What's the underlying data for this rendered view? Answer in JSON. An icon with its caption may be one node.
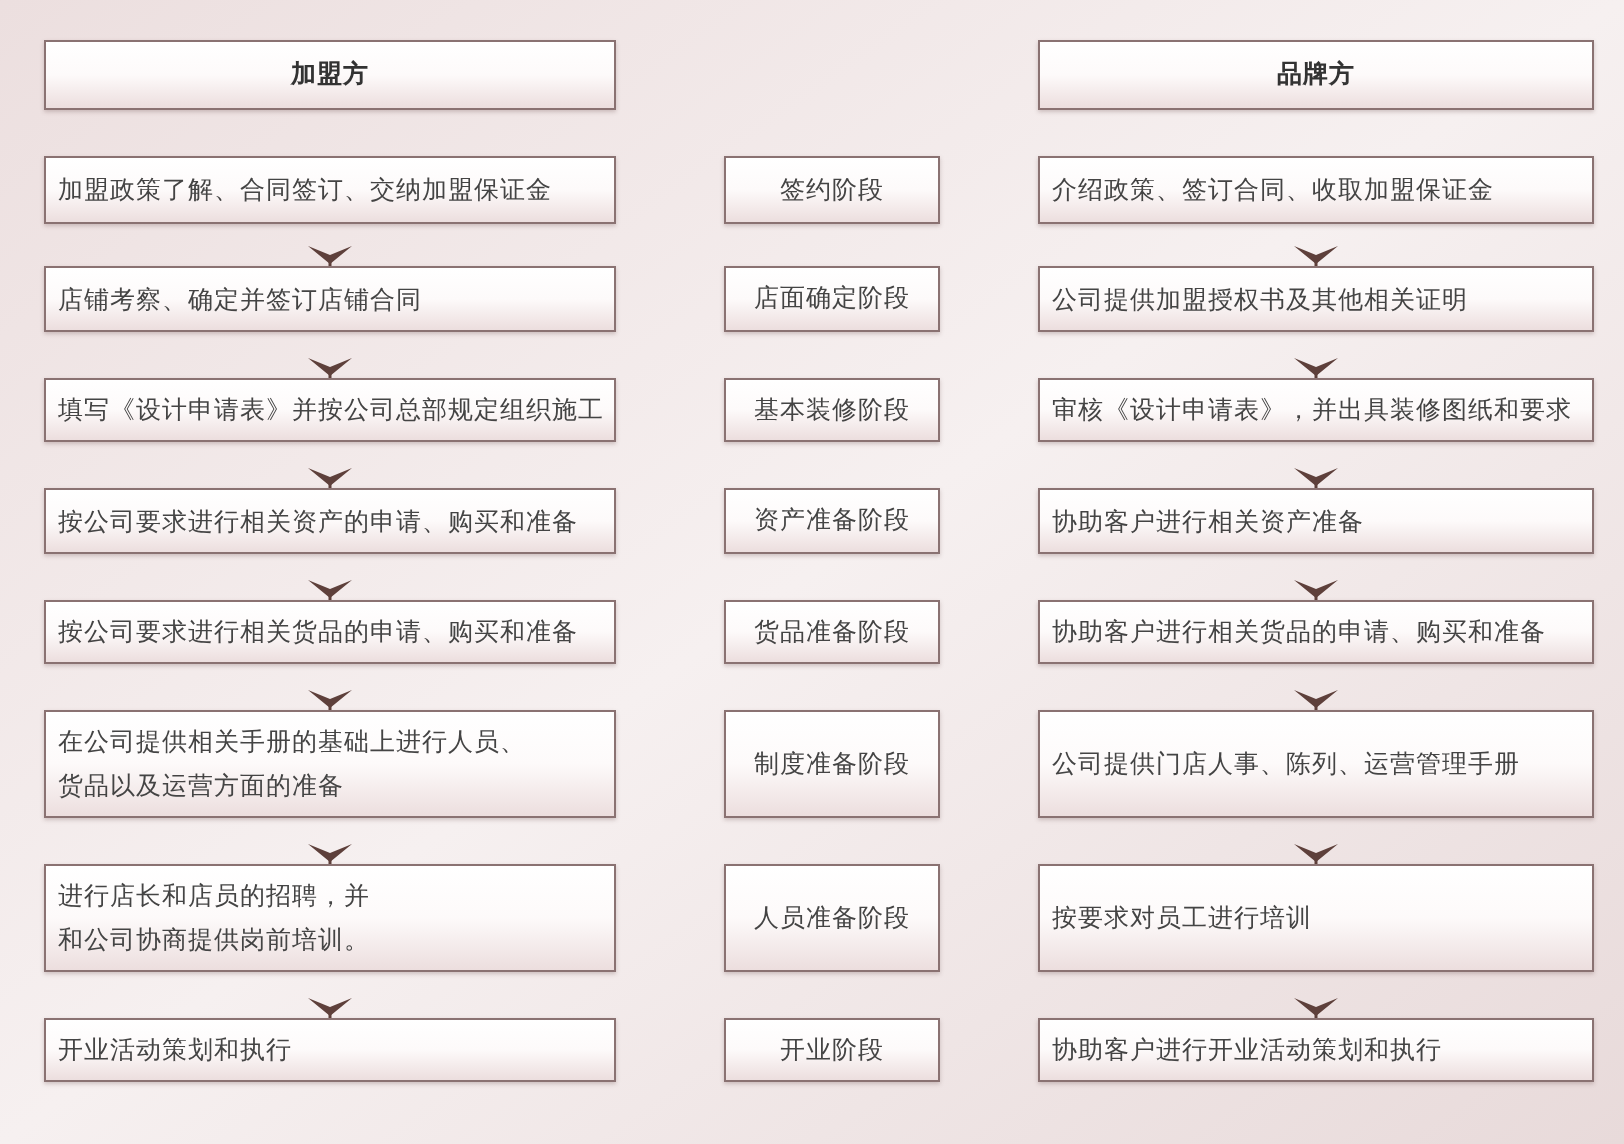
{
  "diagram": {
    "nodes": [
      {
        "text": [
          "加盟方"
        ]
      },
      {
        "text": [
          "品牌方"
        ]
      },
      {
        "text": [
          "加盟政策了解、合同签订、交纳加盟保证金"
        ]
      },
      {
        "text": [
          "签约阶段"
        ]
      },
      {
        "text": [
          "介绍政策、签订合同、收取加盟保证金"
        ]
      },
      {
        "text": [
          "店铺考察、确定并签订店铺合同"
        ]
      },
      {
        "text": [
          "店面确定阶段"
        ]
      },
      {
        "text": [
          "公司提供加盟授权书及其他相关证明"
        ]
      },
      {
        "text": [
          "填写《设计申请表》并按公司总部规定组织施工"
        ]
      },
      {
        "text": [
          "基本装修阶段"
        ]
      },
      {
        "text": [
          "审核《设计申请表》，并出具装修图纸和要求"
        ]
      },
      {
        "text": [
          "按公司要求进行相关资产的申请、购买和准备"
        ]
      },
      {
        "text": [
          "资产准备阶段"
        ]
      },
      {
        "text": [
          "协助客户进行相关资产准备"
        ]
      },
      {
        "text": [
          "按公司要求进行相关货品的申请、购买和准备"
        ]
      },
      {
        "text": [
          "货品准备阶段"
        ]
      },
      {
        "text": [
          "协助客户进行相关货品的申请、购买和准备"
        ]
      },
      {
        "text": [
          "在公司提供相关手册的基础上进行人员、货品以及运营方面的准备"
        ]
      },
      {
        "text": [
          "制度准备阶段"
        ]
      },
      {
        "text": [
          "公司提供门店人事、陈列、运营管理手册"
        ]
      },
      {
        "text": [
          "进行店长和店员的招聘，并和公司协商提供岗前培训。"
        ]
      },
      {
        "text": [
          "人员准备阶段"
        ]
      },
      {
        "text": [
          "按要求对员工进行培训"
        ]
      },
      {
        "text": [
          "开业活动策划和执行"
        ]
      },
      {
        "text": [
          "开业阶段"
        ]
      },
      {
        "text": [
          "协助客户进行开业活动策划和执行"
        ]
      }
    ],
    "edges": [
      {
        "from": 2,
        "to": 5,
        "arrow": "to"
      },
      {
        "from": 5,
        "to": 8,
        "arrow": "to"
      },
      {
        "from": 8,
        "to": 11,
        "arrow": "to"
      },
      {
        "from": 11,
        "to": 14,
        "arrow": "to"
      },
      {
        "from": 14,
        "to": 17,
        "arrow": "to"
      },
      {
        "from": 17,
        "to": 20,
        "arrow": "to"
      },
      {
        "from": 20,
        "to": 23,
        "arrow": "to"
      },
      {
        "from": 4,
        "to": 7,
        "arrow": "to"
      },
      {
        "from": 7,
        "to": 10,
        "arrow": "to"
      },
      {
        "from": 10,
        "to": 13,
        "arrow": "to"
      },
      {
        "from": 13,
        "to": 16,
        "arrow": "to"
      },
      {
        "from": 16,
        "to": 19,
        "arrow": "to"
      },
      {
        "from": 19,
        "to": 22,
        "arrow": "to"
      },
      {
        "from": 22,
        "to": 25,
        "arrow": "to"
      }
    ]
  }
}
